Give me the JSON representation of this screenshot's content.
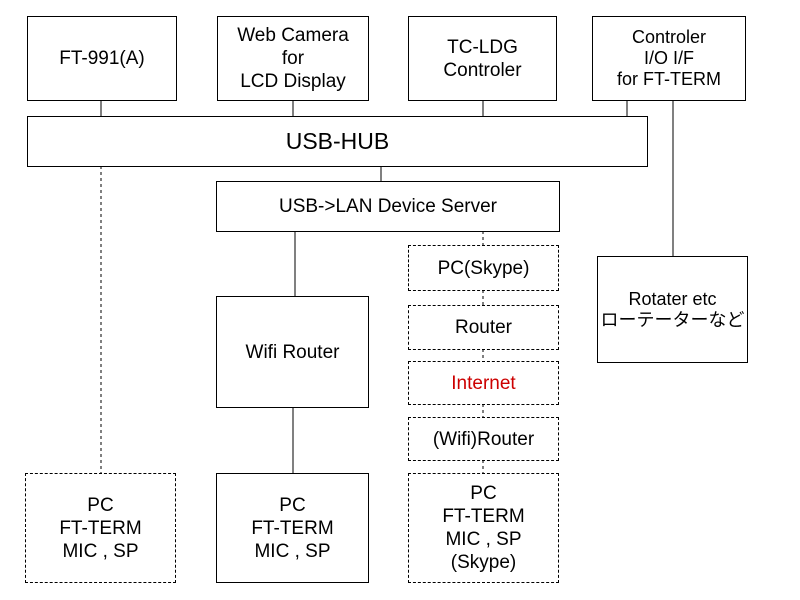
{
  "colors": {
    "line": "#000000",
    "background": "#ffffff",
    "internet_text": "#cc0000"
  },
  "nodes": {
    "ft991": "FT-991(A)",
    "webcam": "Web Camera\nfor\nLCD Display",
    "tcldg": "TC-LDG\nControler",
    "controler_io": "Controler\nI/O I/F\nfor FT-TERM",
    "usb_hub": "USB-HUB",
    "device_server": "USB->LAN Device Server",
    "wifi_router": "Wifi Router",
    "pc_skype": "PC(Skype)",
    "router": "Router",
    "internet": "Internet",
    "wifi_router2": "(Wifi)Router",
    "rotater": "Rotater etc\nローテーターなど",
    "pc_left": "PC\nFT-TERM\nMIC , SP",
    "pc_mid": "PC\nFT-TERM\nMIC , SP",
    "pc_right": "PC\nFT-TERM\nMIC , SP\n(Skype)"
  }
}
